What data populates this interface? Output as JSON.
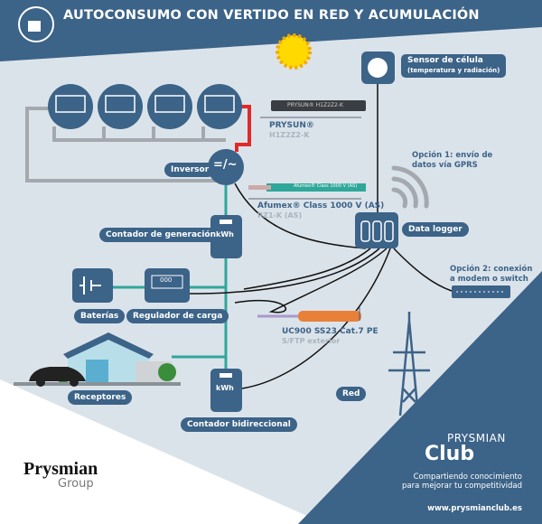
{
  "header": {
    "title": "AUTOCONSUMO CON VERTIDO EN RED Y ACUMULACIÓN",
    "icon": "solar-plug-icon"
  },
  "labels": {
    "sensor_title": "Sensor de célula",
    "sensor_sub": "(temperatura y radiación)",
    "inverter": "Inversor",
    "inverter_symbol": "=/~",
    "gen_meter": "Contador de generación",
    "bidir_meter": "Contador bidireccional",
    "kwh": "kWh",
    "batteries": "Baterías",
    "regulator": "Regulador de carga",
    "regulator_display": "000",
    "receivers": "Receptores",
    "grid": "Red",
    "datalogger": "Data logger",
    "option1": "Opción 1: envío de",
    "option1b": "datos vía GPRS",
    "option2": "Opción 2: conexión",
    "option2b": "a modem o switch"
  },
  "cables": [
    {
      "name": "PRYSUN®",
      "code": "H1Z2Z2-K",
      "print": "PRYSUN® H1Z2Z2-K"
    },
    {
      "name": "Afumex® Class 1000 V (AS)",
      "code": "RZ1-K (AS)",
      "print": "Afumex® Class 1000 V (AS)"
    },
    {
      "name": "UC900 SS23 Cat.7 PE",
      "code": "S/FTP exterior"
    }
  ],
  "footer": {
    "brand": "Prysmian",
    "brand_sub": "Group",
    "club_top": "PRYSMIAN",
    "club": "Club",
    "tagline1": "Compartiendo conocimiento",
    "tagline2": "para mejorar tu competitividad",
    "url": "www.prysmianclub.es"
  },
  "colors": {
    "blue": "#3c6388",
    "light": "#dbe3ea",
    "teal": "#2fa79a",
    "red": "#e02a2a",
    "gray": "#9aa1a8"
  }
}
